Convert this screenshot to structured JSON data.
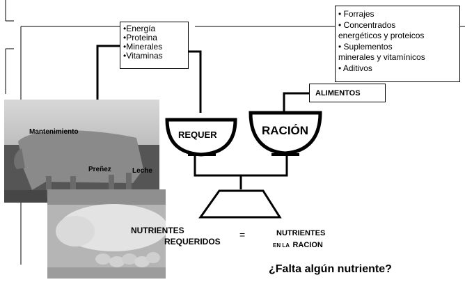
{
  "requirements_list": [
    "•Energía",
    "•Proteina",
    "•Minerales",
    "•Vitaminas"
  ],
  "feeds_list": [
    "• Forrajes",
    "• Concentrados",
    "energéticos y proteicos",
    "• Suplementos",
    "minerales y  vitamínicos",
    "• Aditivos"
  ],
  "alimentos_label": "ALIMENTOS",
  "pan_left_label": "REQUER",
  "pan_right_label": "RACIÓN",
  "functions": {
    "maintenance": "Mantenimiento",
    "pregnancy": "Preñez",
    "milk": "Leche"
  },
  "equation": {
    "left_line1": "NUTRIENTES",
    "left_line2": "REQUERIDOS",
    "equals": "=",
    "right_line1": "NUTRIENTES",
    "right_line2_small": "EN LA",
    "right_line2_big": "RACION"
  },
  "question": "¿Falta algún nutriente?",
  "colors": {
    "line": "#000000",
    "background": "#ffffff"
  }
}
